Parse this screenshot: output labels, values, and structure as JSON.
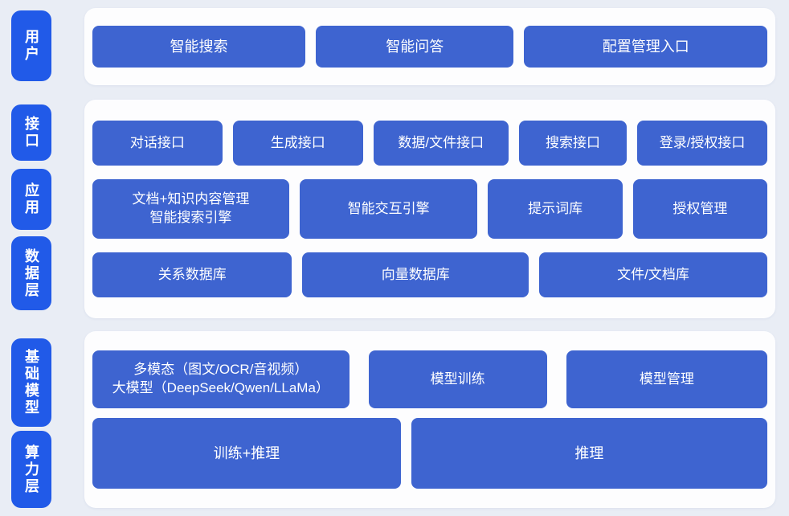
{
  "diagram": {
    "type": "layered-architecture",
    "colors": {
      "page_background": "#e9edf5",
      "panel_background": "#fdfdfe",
      "layer_label_blue": "#215ae8",
      "block_blue": "#3e64d0",
      "text": "#ffffff"
    },
    "layers": {
      "user": "用户",
      "interface": "接口",
      "application": "应用",
      "data": "数据层",
      "foundation_model": "基础模型",
      "compute": "算力层"
    },
    "user_row": {
      "smart_search": "智能搜索",
      "smart_qa": "智能问答",
      "config_entry": "配置管理入口"
    },
    "interface_row": {
      "dialog_api": "对话接口",
      "generation_api": "生成接口",
      "data_file_api": "数据/文件接口",
      "search_api": "搜索接口",
      "login_auth_api": "登录/授权接口"
    },
    "application_row": {
      "doc_knowledge_engine": "文档+知识内容管理\n智能搜索引擎",
      "interactive_engine": "智能交互引擎",
      "prompt_library": "提示词库",
      "auth_management": "授权管理"
    },
    "data_row": {
      "relational_db": "关系数据库",
      "vector_db": "向量数据库",
      "file_doc_store": "文件/文档库"
    },
    "foundation_row": {
      "multimodal_llm": "多模态（图文/OCR/音视频）\n大模型（DeepSeek/Qwen/LLaMa）",
      "model_training": "模型训练",
      "model_management": "模型管理"
    },
    "compute_row": {
      "training_inference": "训练+推理",
      "inference": "推理"
    }
  }
}
